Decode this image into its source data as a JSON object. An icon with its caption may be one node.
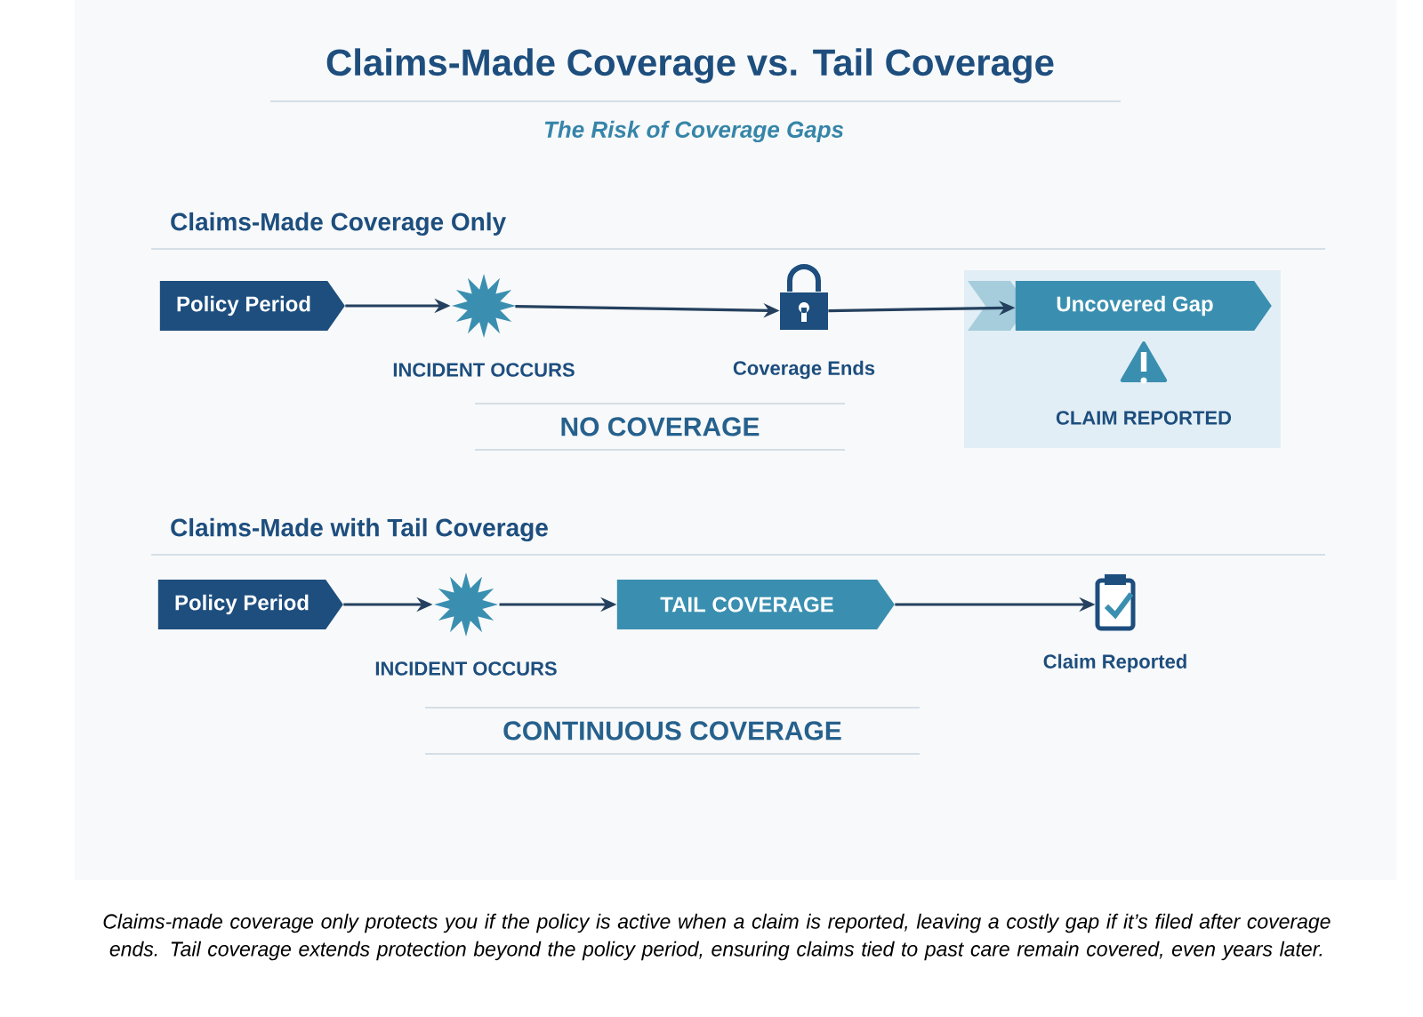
{
  "diagram": {
    "title": "Claims-Made Coverage vs. Tail Coverage",
    "caption": "Claims-made coverage only protects you if the policy is active when a claim is reported, leaving a costly gap if it’s filed after coverage ends. Tail coverage extends protection beyond the policy period, ensuring claims tied to past care remain covered, even years later.",
    "nodes": [
      {
        "text": [
          "Policy Period"
        ]
      },
      {
        "text": [],
        "shape": "star",
        "beside": [
          "INCIDENT OCCURS"
        ]
      },
      {
        "text": [],
        "shape": "lock",
        "beside": [
          "Coverage Ends"
        ]
      },
      {
        "text": [
          "Uncovered Gap"
        ]
      },
      {
        "text": [],
        "shape": "triangle",
        "beside": [
          "CLAIM REPORTED"
        ]
      },
      {
        "text": [
          "Policy Period"
        ]
      },
      {
        "text": [],
        "shape": "star",
        "beside": [
          "INCIDENT OCCURS"
        ]
      },
      {
        "text": [
          "TAIL COVERAGE"
        ]
      },
      {
        "text": [],
        "shape": "clipboard",
        "beside": [
          "Claim Reported"
        ]
      }
    ],
    "edges": [
      {
        "from": 0,
        "to": 1,
        "arrow": "to"
      },
      {
        "from": 1,
        "to": 2,
        "arrow": "to"
      },
      {
        "from": 2,
        "to": 3,
        "arrow": "to"
      },
      {
        "from": 5,
        "to": 6,
        "arrow": "to"
      },
      {
        "from": 6,
        "to": 7,
        "arrow": "to"
      },
      {
        "from": 7,
        "to": 8,
        "arrow": "to"
      }
    ],
    "labels": [
      "The Risk of Coverage Gaps",
      "Claims-Made Coverage Only",
      "NO COVERAGE",
      "Claims-Made with Tail Coverage",
      "CONTINUOUS COVERAGE"
    ]
  }
}
